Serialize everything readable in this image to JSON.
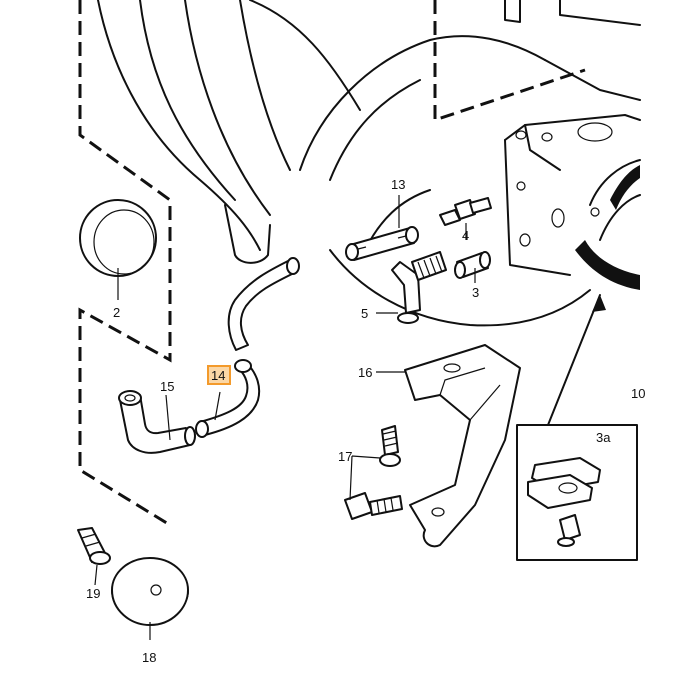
{
  "labels": {
    "l13": "13",
    "l4": "4",
    "l3": "3",
    "l5": "5",
    "l2": "2",
    "l15": "15",
    "l14": "14",
    "l16": "16",
    "l17": "17",
    "l19": "19",
    "l18": "18",
    "l3a": "3a",
    "l10": "10"
  },
  "colors": {
    "highlight_fill": "#fbd7a6",
    "highlight_stroke": "#f39a2b",
    "line": "#111111"
  }
}
